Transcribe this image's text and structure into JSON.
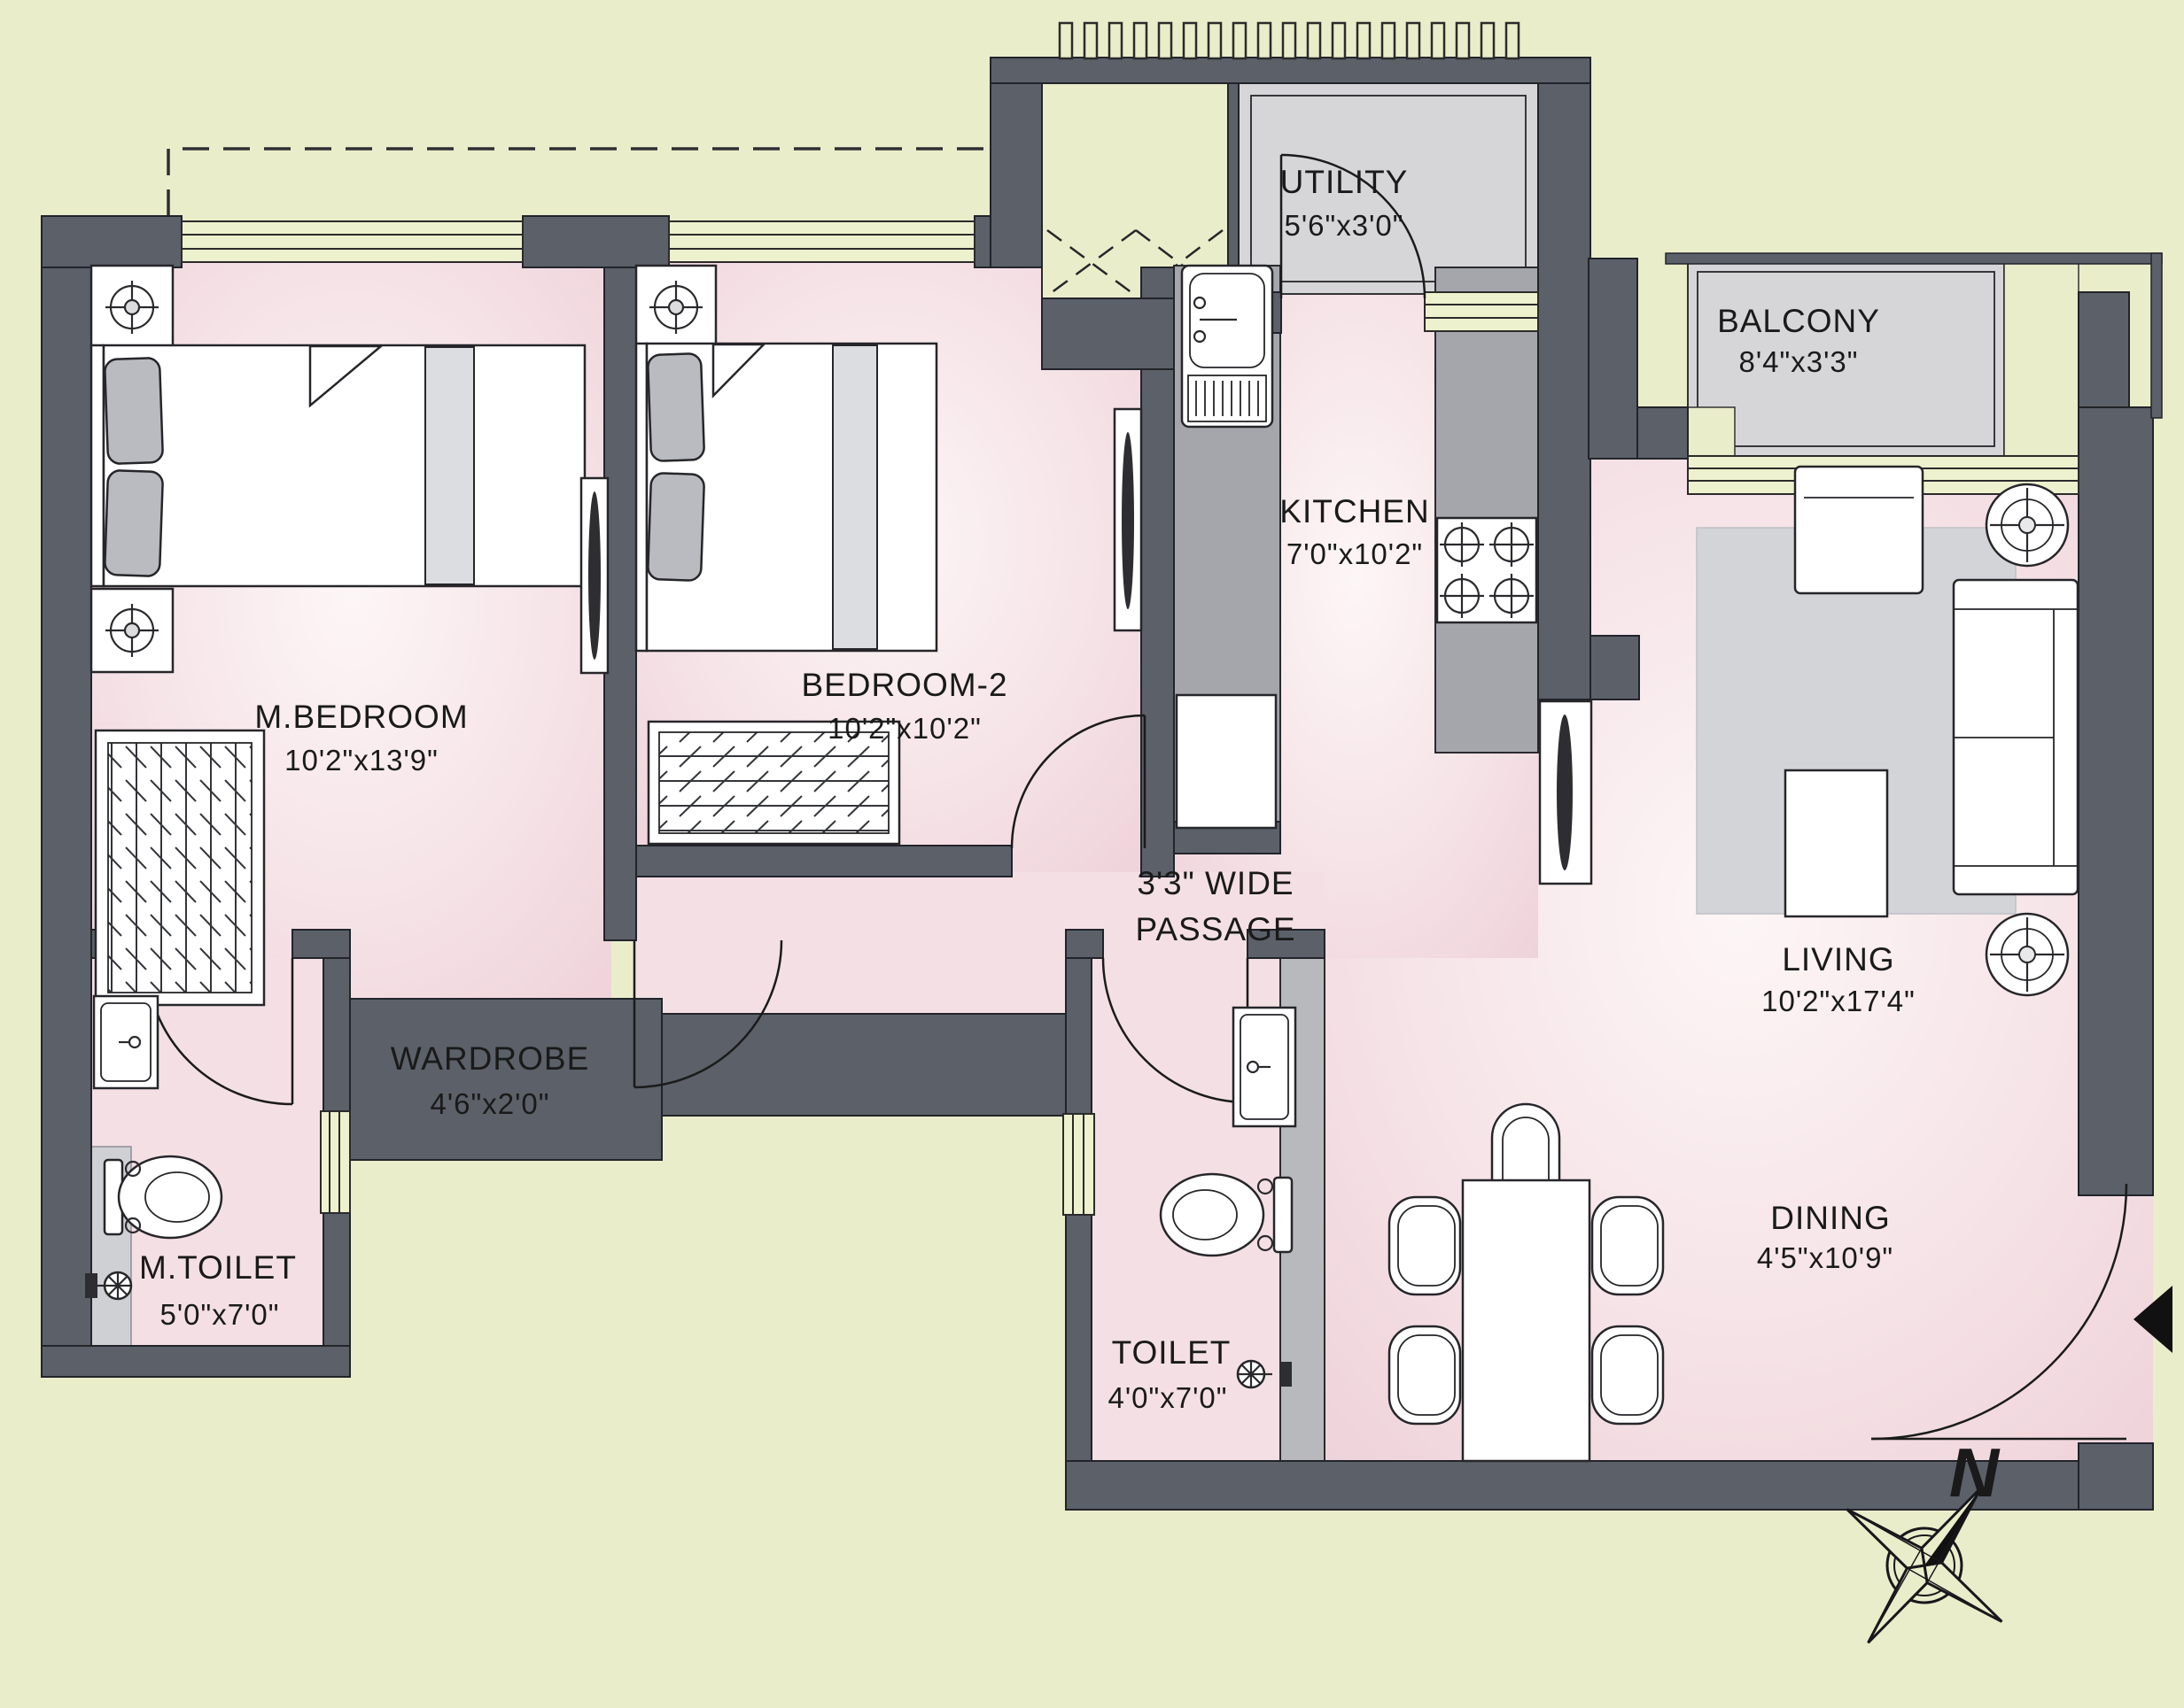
{
  "plan": {
    "background_color": "#eaedca",
    "wall_color": "#5b6069",
    "floor_color": "#f3dde2",
    "accent_gray": "#d6d6d8",
    "rooms": [
      {
        "key": "m_bedroom",
        "name": "M.BEDROOM",
        "dims": "10'2\"x13'9\""
      },
      {
        "key": "bedroom2",
        "name": "BEDROOM-2",
        "dims": "10'2\"x10'2\""
      },
      {
        "key": "kitchen",
        "name": "KITCHEN",
        "dims": "7'0\"x10'2\""
      },
      {
        "key": "utility",
        "name": "UTILITY",
        "dims": "5'6\"x3'0\""
      },
      {
        "key": "balcony",
        "name": "BALCONY",
        "dims": "8'4\"x3'3\""
      },
      {
        "key": "living",
        "name": "LIVING",
        "dims": "10'2\"x17'4\""
      },
      {
        "key": "dining",
        "name": "DINING",
        "dims": "4'5\"x10'9\""
      },
      {
        "key": "m_toilet",
        "name": "M.TOILET",
        "dims": "5'0\"x7'0\""
      },
      {
        "key": "toilet",
        "name": "TOILET",
        "dims": "4'0\"x7'0\""
      },
      {
        "key": "passage",
        "name": "3'3\" WIDE",
        "dims": "PASSAGE"
      },
      {
        "key": "wardrobe",
        "name": "WARDROBE",
        "dims": "4'6\"x2'0\""
      }
    ],
    "compass": {
      "north_label": "N"
    }
  }
}
